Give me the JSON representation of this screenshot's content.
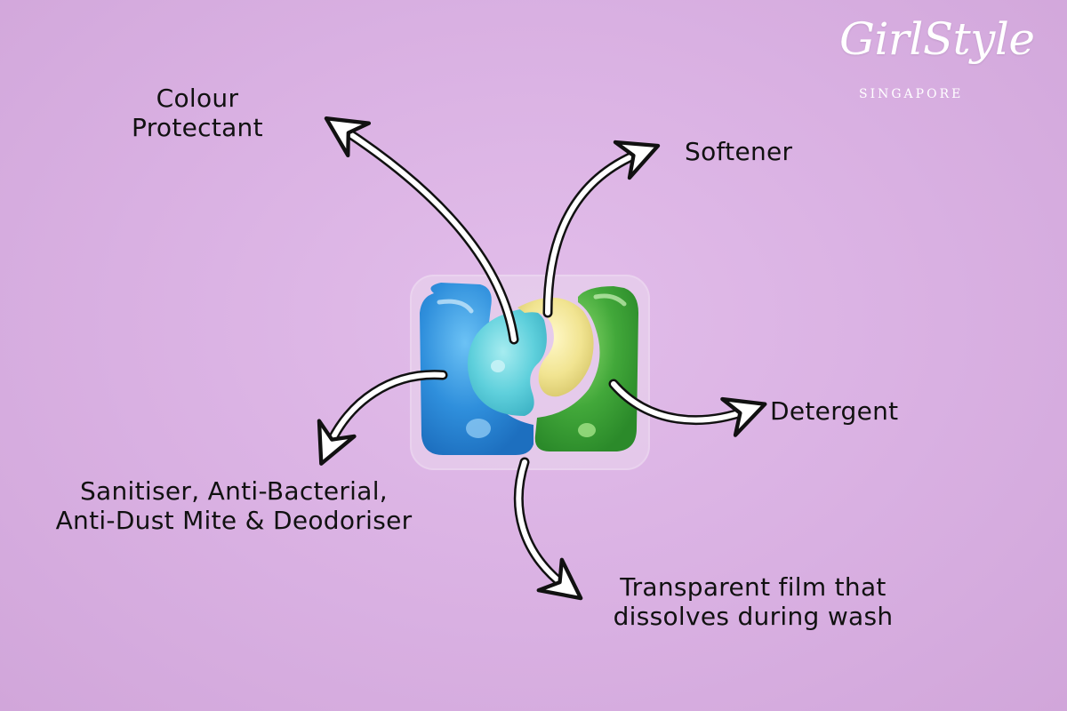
{
  "logo": {
    "main": "GirlStyle",
    "sub": "SINGAPORE"
  },
  "annotations": {
    "colour_protectant": {
      "line1": "Colour",
      "line2": "Protectant"
    },
    "softener": {
      "line1": "Softener"
    },
    "detergent": {
      "line1": "Detergent"
    },
    "sanitiser": {
      "line1": "Sanitiser, Anti-Bacterial,",
      "line2": "Anti-Dust Mite & Deodoriser"
    },
    "film": {
      "line1": "Transparent film that",
      "line2": "dissolves during wash"
    }
  },
  "colors": {
    "background": "#dcb3e5",
    "pod_blue": "#2f8fdc",
    "pod_cyan": "#5fd0dc",
    "pod_yellow": "#f1e491",
    "pod_green": "#42a83a",
    "ink": "#111111"
  }
}
